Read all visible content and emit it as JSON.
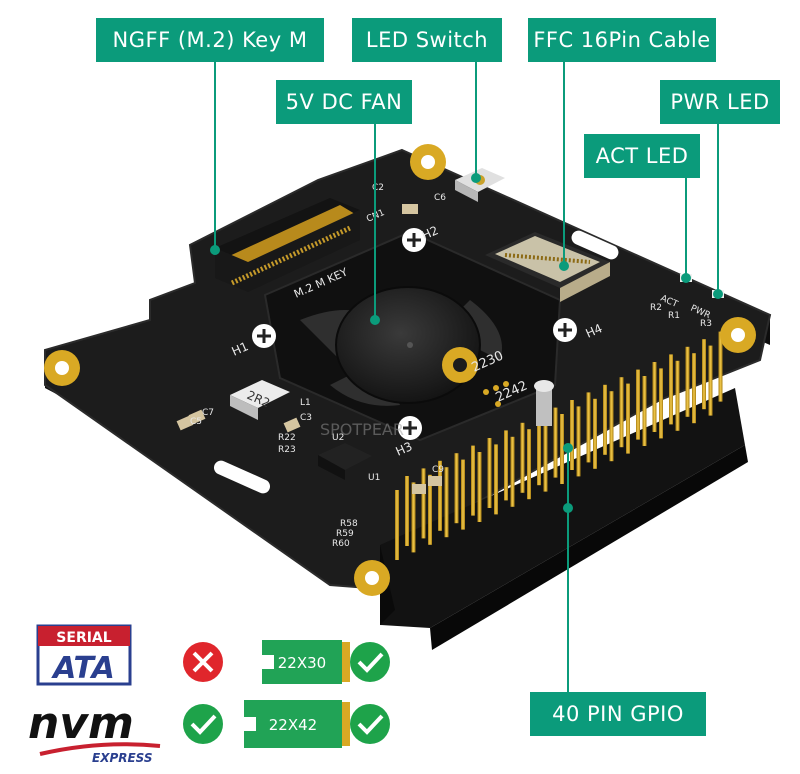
{
  "callouts": {
    "ngff": "NGFF  (M.2)  Key  M",
    "led_switch": "LED  Switch",
    "ffc": "FFC 16Pin Cable",
    "fan": "5V DC FAN",
    "pwr_led": "PWR  LED",
    "act_led": "ACT  LED",
    "gpio": "40  PIN  GPIO"
  },
  "board_labels": {
    "h1": "H1",
    "h2": "H2",
    "h3": "H3",
    "h4": "H4",
    "m2_key": "M.2  M  KEY",
    "cn1": "CN1",
    "s2230": "2230",
    "s2242": "2242",
    "c2": "C2",
    "c3": "C3",
    "c5": "C5",
    "c6": "C6",
    "c7": "C7",
    "c9": "C9",
    "l1": "L1",
    "inductor": "2R2",
    "u1": "U1",
    "u2": "U2",
    "r1": "R1",
    "r2": "R2",
    "r3": "R3",
    "act": "ACT",
    "pwr": "PWR",
    "r58": "R58",
    "r59": "R59",
    "r60": "R60",
    "r22": "R22",
    "r23": "R23",
    "watermark": "SPOTPEAR"
  },
  "legend": {
    "sata_top": "SERIAL",
    "sata_bottom": "ATA",
    "nvm": "nvm",
    "nvm_sub": "EXPRESS",
    "size_2230": "22X30",
    "size_2242": "22X42"
  },
  "colors": {
    "callout": "#0b9b7b",
    "pcb": "#1c1c1c",
    "gold": "#d9a924",
    "check": "#1ea34a",
    "cross": "#e0262c",
    "ssd": "#21a356"
  }
}
